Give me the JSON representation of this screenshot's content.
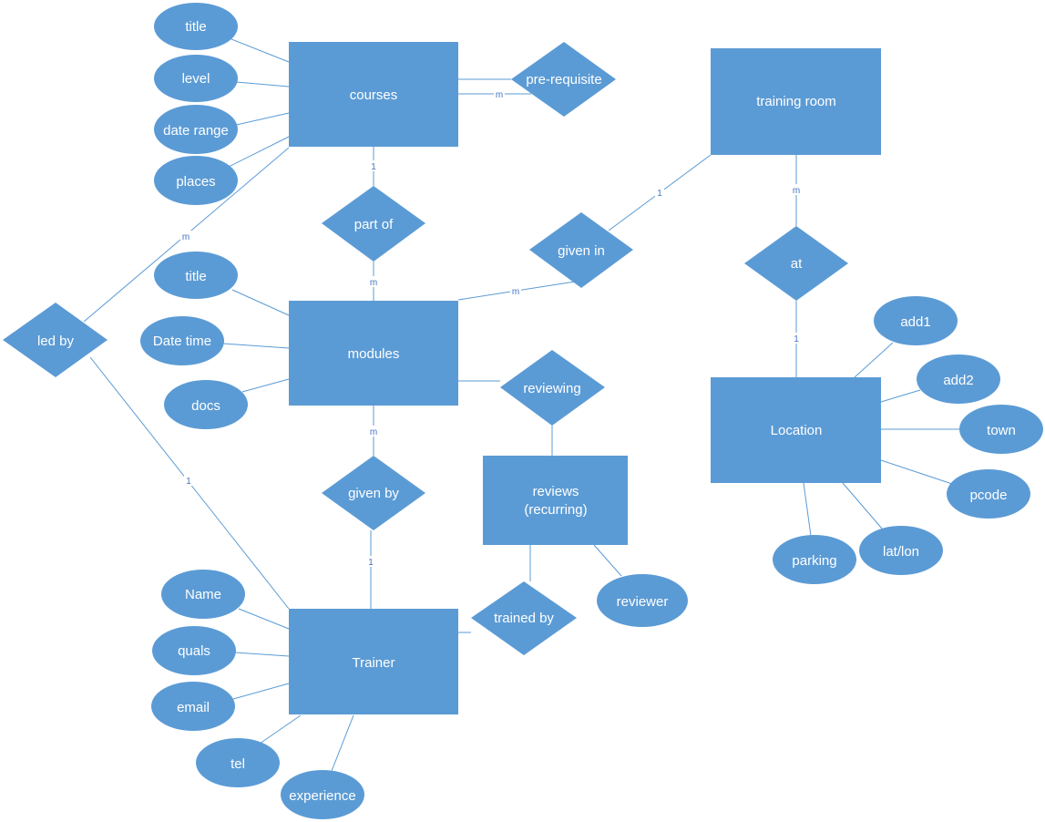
{
  "colors": {
    "fill": "#5b9bd5",
    "line": "#5b9bd5",
    "text": "#ffffff",
    "cardinality": "#4472c4"
  },
  "entities": {
    "courses": "courses",
    "training_room": "training room",
    "modules": "modules",
    "location": "Location",
    "reviews_line1": "reviews",
    "reviews_line2": "(recurring)",
    "trainer": "Trainer"
  },
  "relationships": {
    "prerequisite": "pre-requisite",
    "part_of": "part of",
    "given_in": "given in",
    "at": "at",
    "led_by": "led by",
    "reviewing": "reviewing",
    "given_by": "given by",
    "trained_by": "trained by"
  },
  "attributes": {
    "course_title": "title",
    "course_level": "level",
    "course_date_range": "date range",
    "course_places": "places",
    "module_title": "title",
    "module_date_time": "Date time",
    "module_docs": "docs",
    "trainer_name": "Name",
    "trainer_quals": "quals",
    "trainer_email": "email",
    "trainer_tel": "tel",
    "trainer_experience": "experience",
    "reviewer": "reviewer",
    "loc_add1": "add1",
    "loc_add2": "add2",
    "loc_town": "town",
    "loc_pcode": "pcode",
    "loc_latlon": "lat/lon",
    "loc_parking": "parking"
  },
  "cardinalities": {
    "prereq_m": "m",
    "courses_partof_1": "1",
    "partof_modules_m": "m",
    "modules_givenin_m": "m",
    "givenin_room_1": "1",
    "room_at_m": "m",
    "at_location_1": "1",
    "courses_ledby_m": "m",
    "ledby_trainer_1": "1",
    "modules_givenby_m": "m",
    "givenby_trainer_1": "1"
  }
}
